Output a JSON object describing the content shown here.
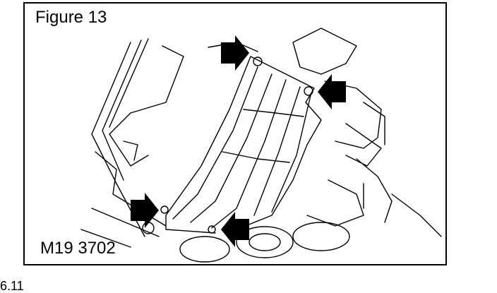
{
  "figure": {
    "title": "Figure 13",
    "code": "M19 3702"
  },
  "page_ref": "6.11"
}
